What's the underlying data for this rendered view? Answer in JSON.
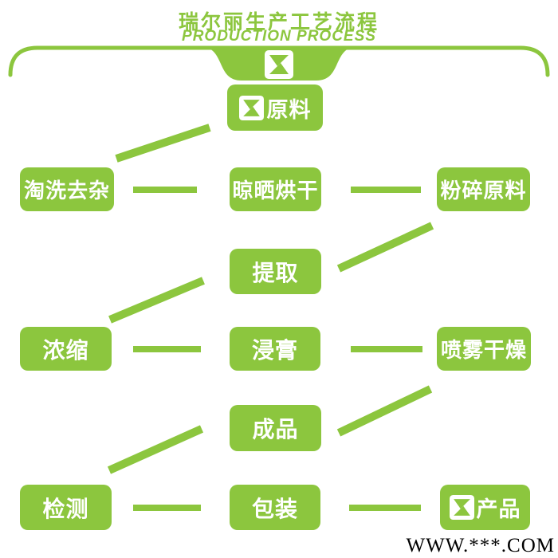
{
  "header": {
    "title": "瑞尔丽生产工艺流程",
    "subtitle": "PRODUCTION PROCESS"
  },
  "colors": {
    "accent": "#8CC63E",
    "text_on_accent": "#FFFFFF",
    "watermark_text": "#000000",
    "background": "#FFFFFF"
  },
  "logo": {
    "name": "envelope-pinwheel-logo"
  },
  "flow": {
    "nodes": [
      {
        "id": "raw-material",
        "label": "原料",
        "has_logo": true
      },
      {
        "id": "washing",
        "label": "淘洗去杂",
        "has_logo": false
      },
      {
        "id": "sun-drying",
        "label": "晾晒烘干",
        "has_logo": false
      },
      {
        "id": "crushing",
        "label": "粉碎原料",
        "has_logo": false
      },
      {
        "id": "extraction",
        "label": "提取",
        "has_logo": false
      },
      {
        "id": "concentration",
        "label": "浓缩",
        "has_logo": false
      },
      {
        "id": "extract-paste",
        "label": "浸膏",
        "has_logo": false
      },
      {
        "id": "spray-drying",
        "label": "喷雾干燥",
        "has_logo": false
      },
      {
        "id": "finished-product",
        "label": "成品",
        "has_logo": false
      },
      {
        "id": "testing",
        "label": "检测",
        "has_logo": false
      },
      {
        "id": "packaging",
        "label": "包装",
        "has_logo": false
      },
      {
        "id": "product",
        "label": "产品",
        "has_logo": true
      }
    ],
    "edges": [
      {
        "from": "raw-material",
        "to": "washing",
        "style": "diagonal"
      },
      {
        "from": "washing",
        "to": "sun-drying",
        "style": "horizontal"
      },
      {
        "from": "sun-drying",
        "to": "crushing",
        "style": "horizontal"
      },
      {
        "from": "crushing",
        "to": "extraction",
        "style": "diagonal"
      },
      {
        "from": "extraction",
        "to": "concentration",
        "style": "diagonal"
      },
      {
        "from": "concentration",
        "to": "extract-paste",
        "style": "horizontal"
      },
      {
        "from": "extract-paste",
        "to": "spray-drying",
        "style": "horizontal"
      },
      {
        "from": "spray-drying",
        "to": "finished-product",
        "style": "diagonal"
      },
      {
        "from": "finished-product",
        "to": "testing",
        "style": "diagonal"
      },
      {
        "from": "testing",
        "to": "packaging",
        "style": "horizontal"
      },
      {
        "from": "packaging",
        "to": "product",
        "style": "horizontal"
      }
    ]
  },
  "watermark": "WWW.***.COM"
}
